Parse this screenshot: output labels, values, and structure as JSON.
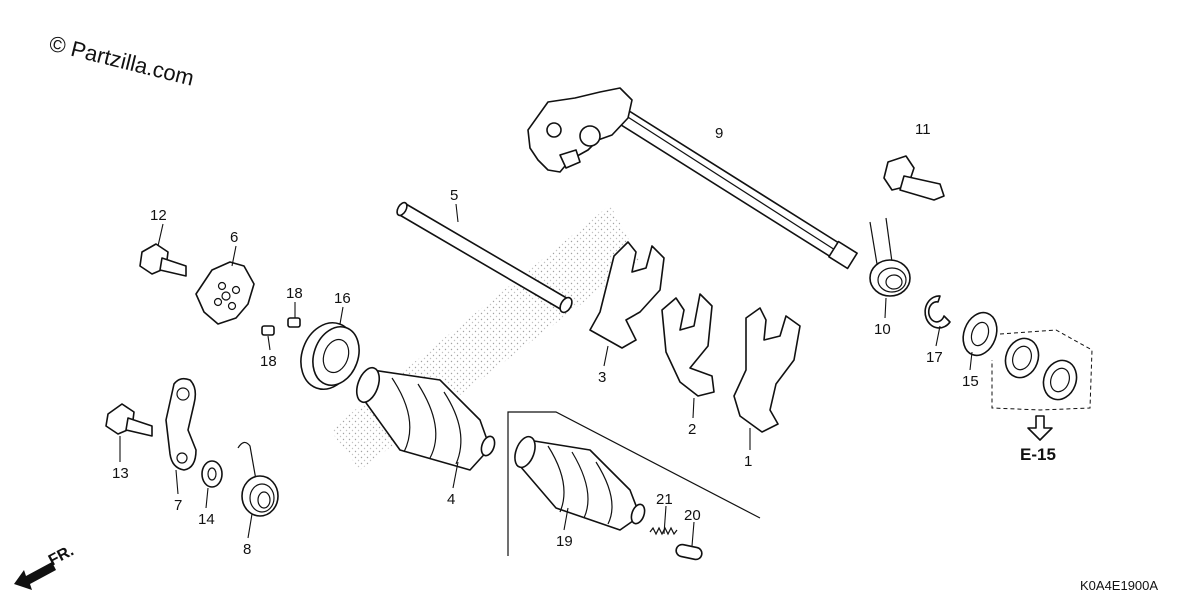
{
  "watermark": "© Partzilla.com",
  "diagram_code": "K0A4E1900A",
  "reference": "E-15",
  "direction_label": "FR.",
  "callouts": {
    "c1": "1",
    "c2": "2",
    "c3": "3",
    "c4": "4",
    "c5": "5",
    "c6": "6",
    "c7": "7",
    "c8": "8",
    "c9": "9",
    "c10": "10",
    "c11": "11",
    "c12": "12",
    "c13": "13",
    "c14": "14",
    "c15": "15",
    "c16": "16",
    "c17": "17",
    "c18a": "18",
    "c18b": "18",
    "c19": "19",
    "c20": "20",
    "c21": "21"
  }
}
